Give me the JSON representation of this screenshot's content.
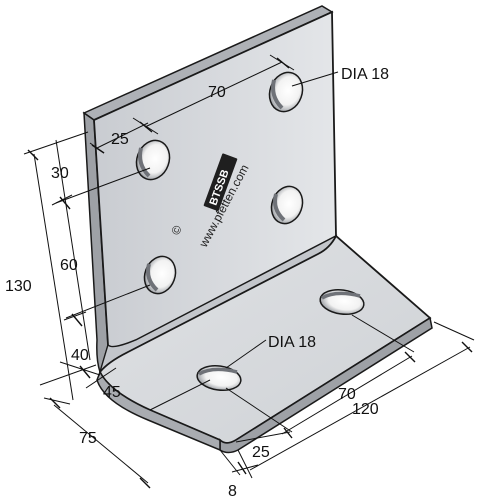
{
  "drawing": {
    "dimensions": {
      "hole_top": "DIA 18",
      "hole_bottom": "DIA 18",
      "top_spacing": "70",
      "top_edge": "25",
      "left_30": "30",
      "left_60": "60",
      "left_130": "130",
      "left_40": "40",
      "left_45": "45",
      "depth_75": "75",
      "bottom_70": "70",
      "bottom_120": "120",
      "bottom_25": "25",
      "thickness": "8"
    },
    "brand": {
      "logo": "BTSSB",
      "website": "www.pfetten.com",
      "copyright": "©"
    },
    "colors": {
      "plate_front": "#d6d8dc",
      "plate_side": "#b9bcc1",
      "outline": "#1a1a1a",
      "hole_shadow": "#6f7278"
    }
  }
}
